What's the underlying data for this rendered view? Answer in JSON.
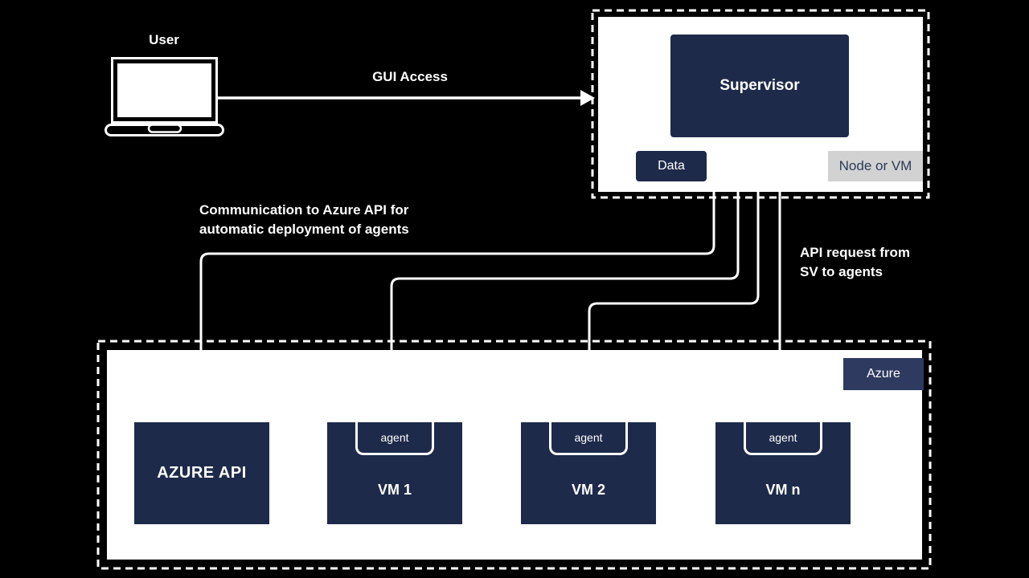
{
  "colors": {
    "background": "#000000",
    "line": "#ffffff",
    "navy": "#1e2a4a",
    "light_navy": "#2e3a5f",
    "gray": "#d2d2d2"
  },
  "user": {
    "label": "User"
  },
  "gui_access": {
    "label": "GUI Access"
  },
  "supervisor_panel": {
    "box_label": "Supervisor",
    "data_label": "Data",
    "node_or_vm_label": "Node or VM"
  },
  "annotations": {
    "deploy_line1": "Communication to Azure API for",
    "deploy_line2": "automatic deployment of agents",
    "api_request_line1": "API request from",
    "api_request_line2": "SV to agents"
  },
  "azure_panel": {
    "tag_label": "Azure",
    "azure_api_label": "AZURE API",
    "vms": [
      {
        "agent_label": "agent",
        "vm_label": "VM 1"
      },
      {
        "agent_label": "agent",
        "vm_label": "VM 2"
      },
      {
        "agent_label": "agent",
        "vm_label": "VM n"
      }
    ]
  }
}
